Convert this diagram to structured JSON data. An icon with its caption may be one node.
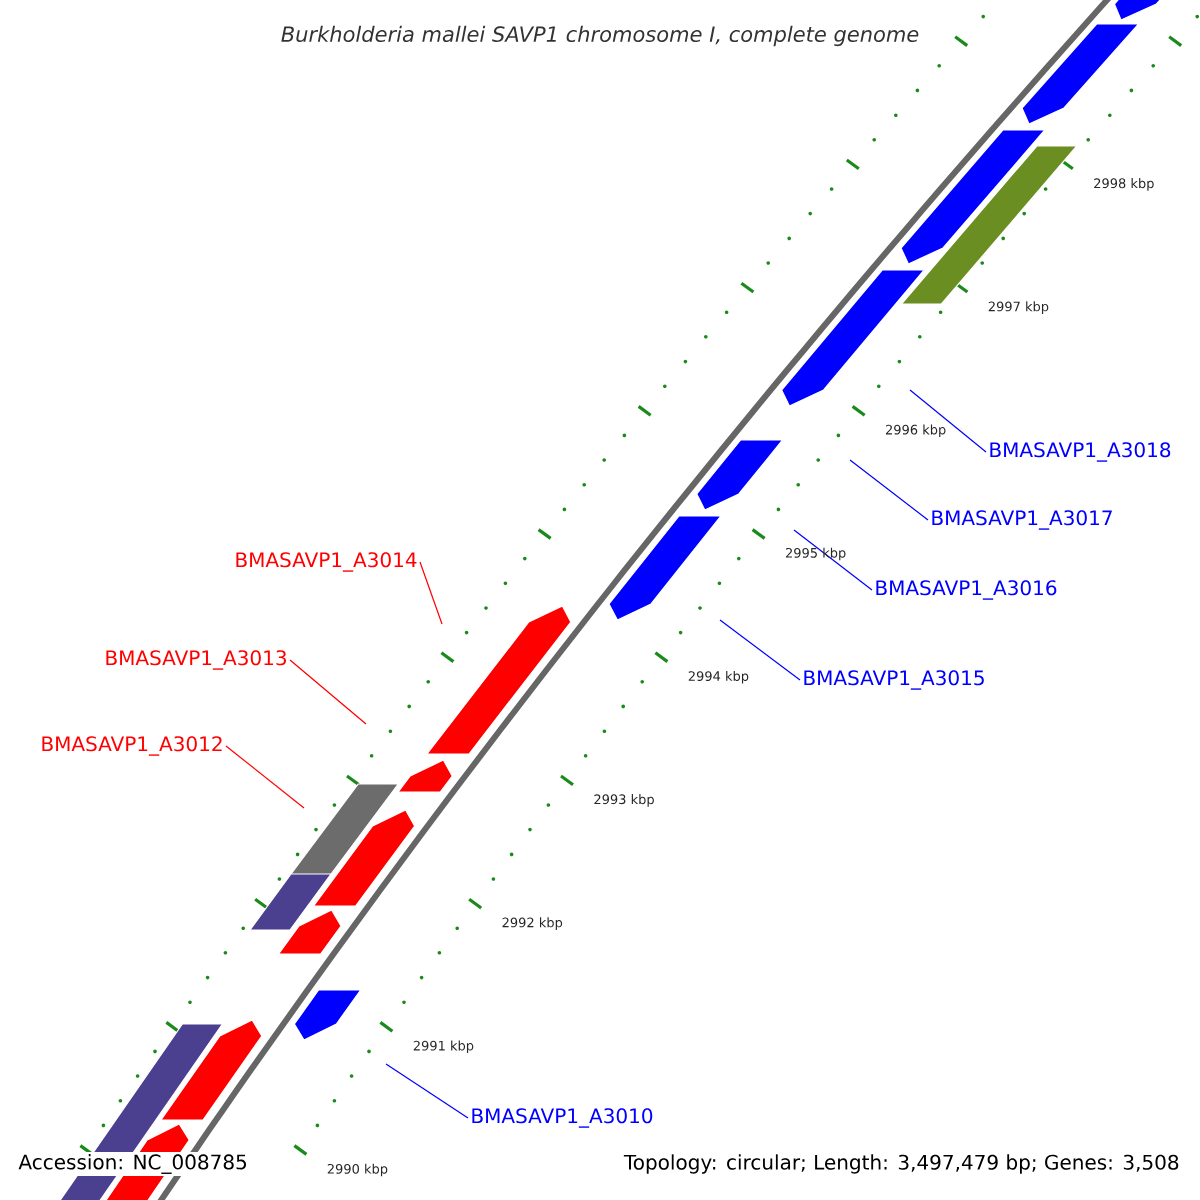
{
  "diagram": {
    "title": "Burkholderia mallei SAVP1 chromosome I, complete genome",
    "nodes": [
      {
        "text": [
          "BMASAVP1_A3018"
        ]
      },
      {
        "text": [
          "BMASAVP1_A3017"
        ]
      },
      {
        "text": [
          "BMASAVP1_A3014"
        ]
      },
      {
        "text": [
          "BMASAVP1_A3016"
        ]
      },
      {
        "text": [
          "BMASAVP1_A3013"
        ]
      },
      {
        "text": [
          "BMASAVP1_A3015"
        ]
      },
      {
        "text": [
          "BMASAVP1_A3012"
        ]
      },
      {
        "text": [
          "BMASAVP1_A3010"
        ]
      }
    ],
    "edges": [
      {
        "from": 0,
        "to": null,
        "arrow": "none"
      },
      {
        "from": 1,
        "to": null,
        "arrow": "none"
      },
      {
        "from": 2,
        "to": null,
        "arrow": "none",
        "color": "#ff0000"
      },
      {
        "from": 3,
        "to": null,
        "arrow": "none"
      },
      {
        "from": 4,
        "to": null,
        "arrow": "none",
        "color": "#ff0000"
      },
      {
        "from": 5,
        "to": null,
        "arrow": "none"
      },
      {
        "from": 6,
        "to": null,
        "arrow": "none",
        "color": "#ff0000"
      },
      {
        "from": 7,
        "to": null,
        "arrow": "none"
      }
    ],
    "labels": [
      "2998 kbp",
      "2997 kbp",
      "2996 kbp",
      "2995 kbp",
      "2994 kbp",
      "2993 kbp",
      "2992 kbp",
      "2991 kbp",
      "2990 kbp",
      "Accession: NC_008785",
      "Topology: circular; Length: 3,497,479 bp; Genes: 3,508"
    ]
  }
}
